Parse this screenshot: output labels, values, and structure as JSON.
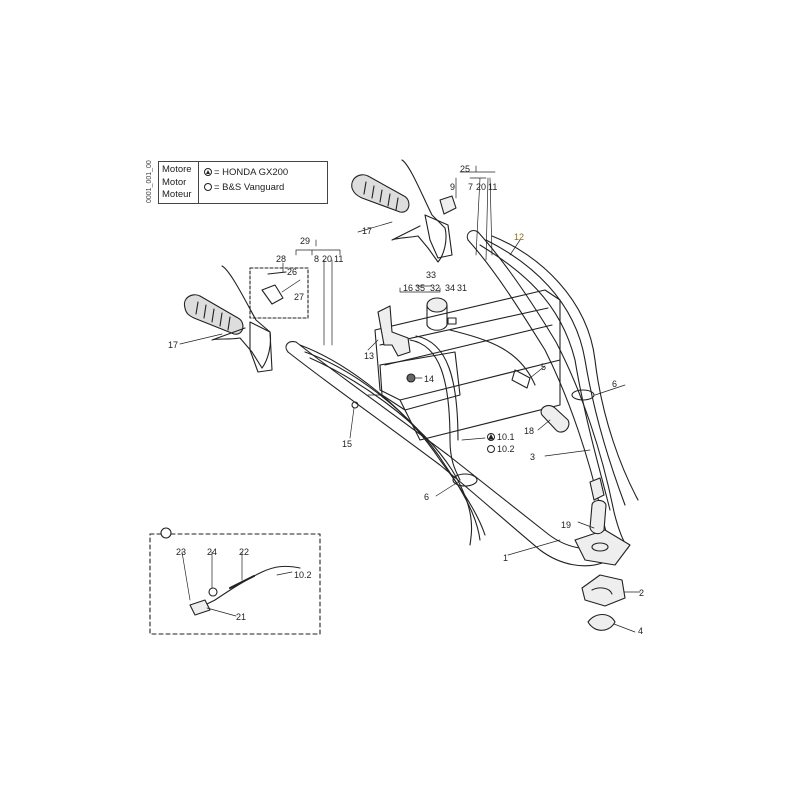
{
  "doc_code": "0001_001_00",
  "legend": {
    "engine_labels": [
      "Motore",
      "Motor",
      "Moteur"
    ],
    "honda": "= HONDA GX200",
    "bs": "= B&S Vanguard"
  },
  "callouts": {
    "p1": "1",
    "p2": "2",
    "p3": "3",
    "p4": "4",
    "p5": "5",
    "p6a": "6",
    "p6b": "6",
    "p7": "7",
    "p8": "8",
    "p9": "9",
    "p10_1": "10.1",
    "p10_2": "10.2",
    "p10_2b": "10.2",
    "p11a": "11",
    "p11b": "11",
    "p12": "12",
    "p13": "13",
    "p14": "14",
    "p15": "15",
    "p16": "16",
    "p17a": "17",
    "p17b": "17",
    "p18": "18",
    "p19": "19",
    "p20a": "20",
    "p20b": "20",
    "p21": "21",
    "p22": "22",
    "p23": "23",
    "p24": "24",
    "p25": "25",
    "p26": "26",
    "p27": "27",
    "p28": "28",
    "p29": "29",
    "p31": "31",
    "p32": "32",
    "p33": "33",
    "p34": "34",
    "p35": "35"
  },
  "colors": {
    "line": "#222222",
    "accent_label": "#8a6a1a",
    "part_fill": "#eeeeee",
    "dark_fill": "#666666"
  }
}
